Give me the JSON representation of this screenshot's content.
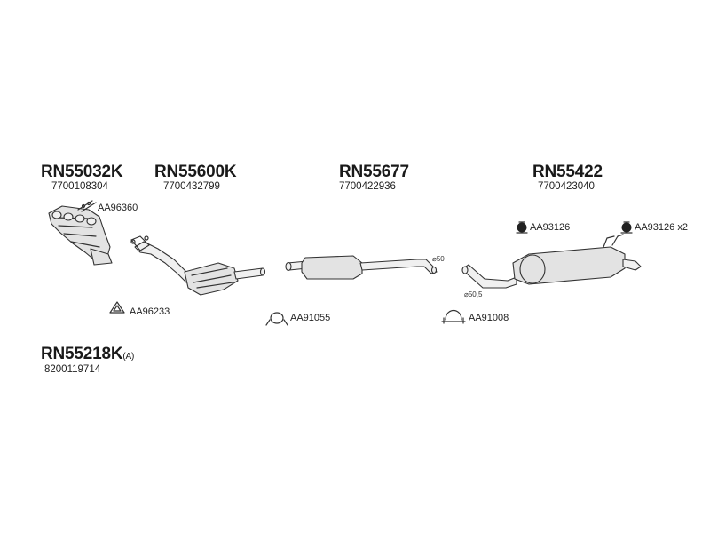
{
  "groups": [
    {
      "code": "RN55032K",
      "oem": "7700108304"
    },
    {
      "code": "RN55600K",
      "oem": "7700432799"
    },
    {
      "code": "RN55677",
      "oem": "7700422936"
    },
    {
      "code": "RN55422",
      "oem": "7700423040"
    },
    {
      "code": "RN55218K",
      "suffix": "(A)",
      "oem": "8200119714"
    }
  ],
  "accessories": {
    "gasket_manifold": "AA96360",
    "gasket_flange": "AA96233",
    "clamp_1": "AA91055",
    "clamp_2": "AA91008",
    "rubber_mount_1": "AA93126",
    "rubber_mount_2": "AA93126 x2"
  },
  "diameters": {
    "mid_pipe": "⌀50",
    "rear_inlet": "⌀50,5"
  }
}
